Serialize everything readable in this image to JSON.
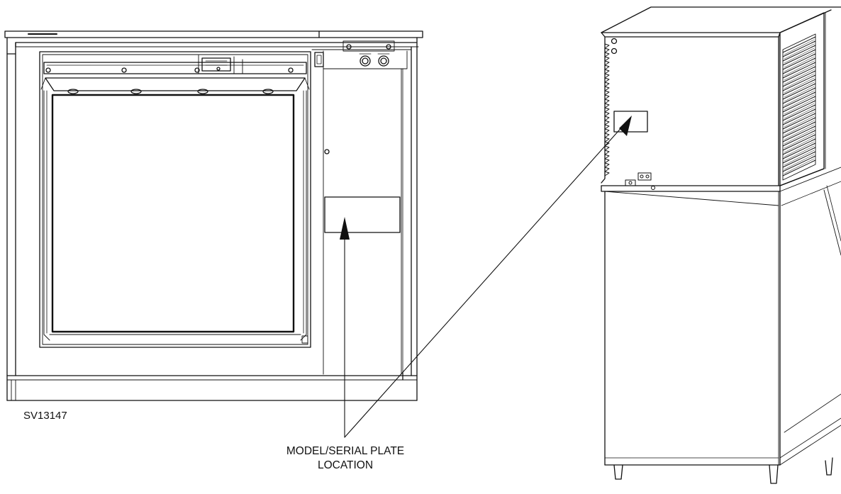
{
  "figure": {
    "id": "SV13147",
    "callout": {
      "line1": "MODEL/SERIAL PLATE",
      "line2": "LOCATION"
    }
  },
  "colors": {
    "stroke": "#111111",
    "fill": "#ffffff"
  }
}
